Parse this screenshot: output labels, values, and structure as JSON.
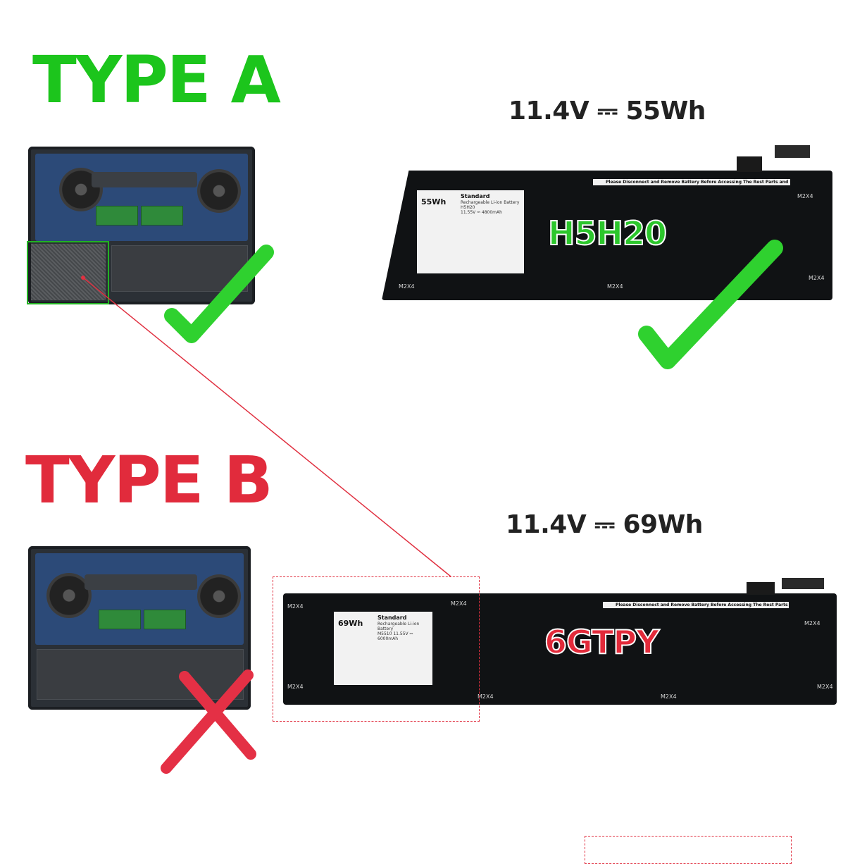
{
  "type_a": {
    "heading": "TYPE A",
    "spec": "11.4V ⎓ 55Wh",
    "model": "H5H20",
    "label": {
      "capacity": "55Wh",
      "standard": "Standard",
      "lines": [
        "Rechargeable Li-ion Battery",
        "H5H20",
        "11.55V ⎓ 4800mAh"
      ]
    },
    "warning": "Please Disconnect and Remove Battery Before Accessing The Rest Parts and Devices",
    "screw": "M2X4",
    "status_icon": "check-icon",
    "color": "#1cc51c"
  },
  "type_b": {
    "heading": "TYPE B",
    "spec": "11.4V ⎓ 69Wh",
    "model": "6GTPY",
    "label": {
      "capacity": "69Wh",
      "standard": "Standard",
      "lines": [
        "Rechargeable Li-ion Battery",
        "M5510 11.55V ⎓ 6000mAh"
      ]
    },
    "warning": "Please Disconnect and Remove Battery Before Accessing The Rest Parts and Devices",
    "screw": "M2X4",
    "status_icon": "cross-icon",
    "color": "#e12b3c"
  }
}
